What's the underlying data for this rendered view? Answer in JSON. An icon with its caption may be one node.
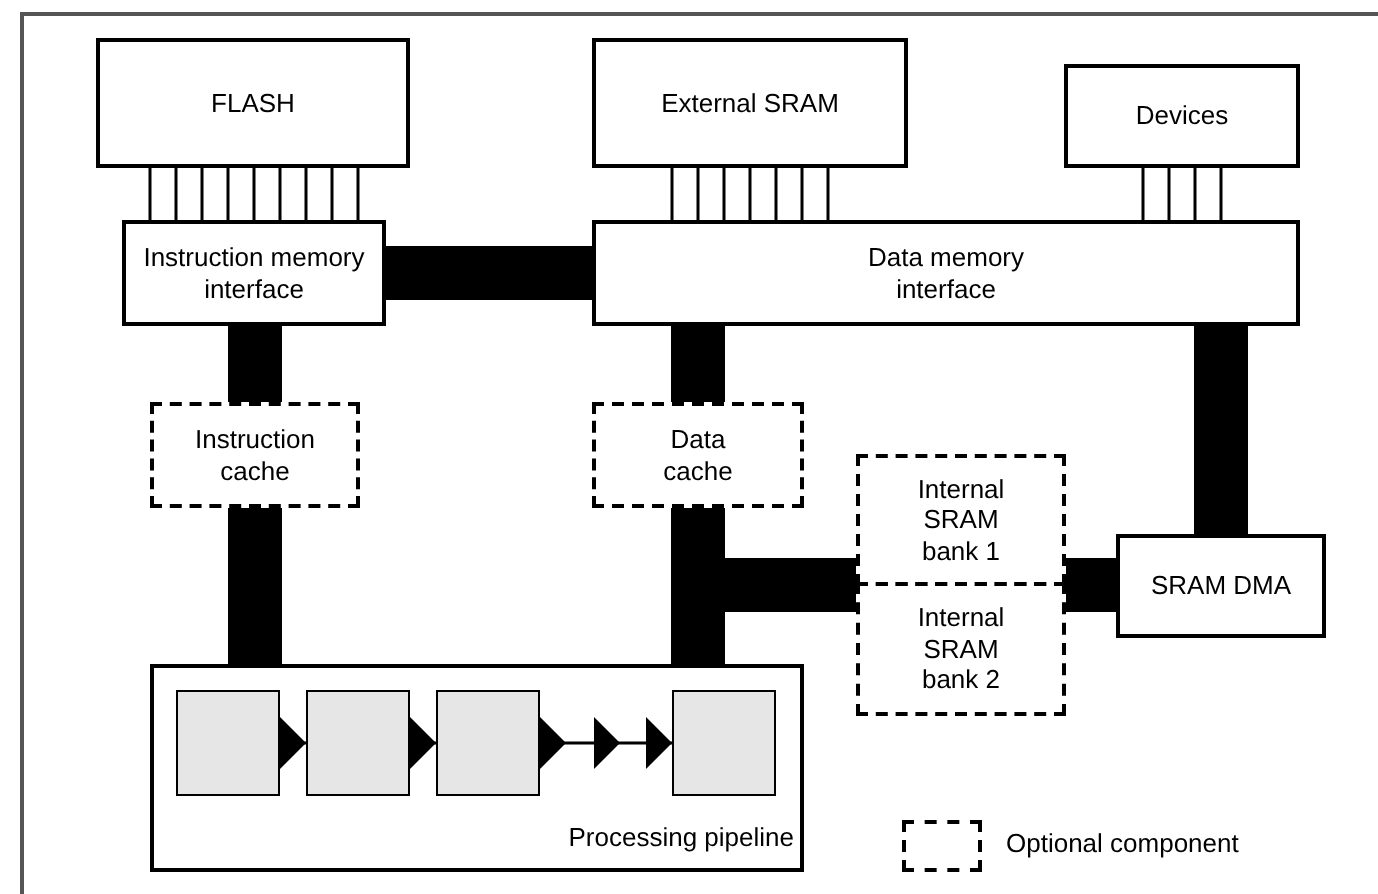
{
  "diagram": {
    "nodes": [
      {
        "text": [
          "FLASH"
        ]
      },
      {
        "text": [
          "External SRAM"
        ]
      },
      {
        "text": [
          "Devices"
        ]
      },
      {
        "text": [
          "Instruction memory interface"
        ]
      },
      {
        "text": [
          "Data memory interface"
        ]
      },
      {
        "text": [
          "Instruction cache"
        ]
      },
      {
        "text": [
          "Data cache"
        ]
      },
      {
        "text": [
          "Internal SRAM bank 1"
        ]
      },
      {
        "text": [
          "Internal SRAM bank 2"
        ]
      },
      {
        "text": [
          "SRAM DMA"
        ]
      },
      {
        "text": [
          "Processing pipeline"
        ]
      },
      {
        "text": [],
        "shape": "box",
        "in": 10
      },
      {
        "text": [],
        "shape": "box",
        "in": 10
      },
      {
        "text": [],
        "shape": "box",
        "in": 10
      },
      {
        "text": [],
        "shape": "box",
        "in": 10
      }
    ],
    "edges": [
      {
        "from": 0,
        "to": 3,
        "arrow": "none"
      },
      {
        "from": 1,
        "to": 4,
        "arrow": "none"
      },
      {
        "from": 2,
        "to": 4,
        "arrow": "none"
      },
      {
        "from": 3,
        "to": 4,
        "arrow": "none"
      },
      {
        "from": 3,
        "to": 5,
        "arrow": "none"
      },
      {
        "from": 4,
        "to": 6,
        "arrow": "none"
      },
      {
        "from": 4,
        "to": 9,
        "arrow": "none"
      },
      {
        "from": 5,
        "to": 10,
        "arrow": "none"
      },
      {
        "from": 6,
        "to": 10,
        "arrow": "none"
      },
      {
        "from": 6,
        "to": 7,
        "arrow": "none"
      },
      {
        "from": 6,
        "to": 8,
        "arrow": "none"
      },
      {
        "from": 9,
        "to": 7,
        "arrow": "none"
      },
      {
        "from": 9,
        "to": 8,
        "arrow": "none"
      },
      {
        "from": 11,
        "to": 12,
        "arrow": "to"
      },
      {
        "from": 12,
        "to": 13,
        "arrow": "to"
      },
      {
        "from": 13,
        "to": 14,
        "arrow": "to"
      }
    ],
    "legend": [
      {
        "text": "Optional component"
      }
    ]
  }
}
